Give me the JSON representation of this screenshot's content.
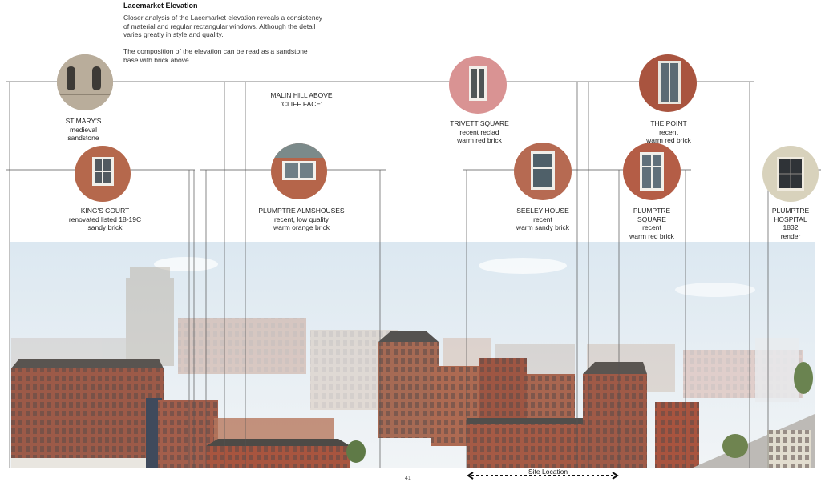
{
  "title": "Lacemarket Elevation",
  "paragraphs": [
    "Closer analysis of the Lacemarket elevation reveals a consistency of material and regular rectangular windows. Although the detail varies greatly in style and quality.",
    "The composition of the elevation can be read as a sandstone base with brick above."
  ],
  "labels": {
    "st_marys": "ST MARY'S\nmedieval\nsandstone",
    "malin_hill": "MALIN HILL ABOVE\n'CLIFF FACE'",
    "trivett_square": "TRIVETT SQUARE\nrecent reclad\nwarm red brick",
    "the_point": "THE POINT\nrecent\nwarm red brick",
    "kings_court": "KING'S COURT\nrenovated listed 18-19C\nsandy brick",
    "plumptre_almshouses": "PLUMPTRE ALMSHOUSES\nrecent, low quality\nwarm orange brick",
    "seeley_house": "SEELEY HOUSE\nrecent\nwarm sandy brick",
    "plumptre_square": "PLUMPTRE\nSQUARE\nrecent\nwarm red brick",
    "plumptre_hospital": "PLUMPTRE\nHOSPITAL\n1832\nrender"
  },
  "site_location": "Site Location",
  "page_number": "41",
  "colors": {
    "sky": "#e6eef5",
    "brick_red": "#a9583f",
    "sandy_brick": "#c29272",
    "sandstone": "#bcae9a",
    "render": "#d9d4c2",
    "line": "#555555"
  }
}
